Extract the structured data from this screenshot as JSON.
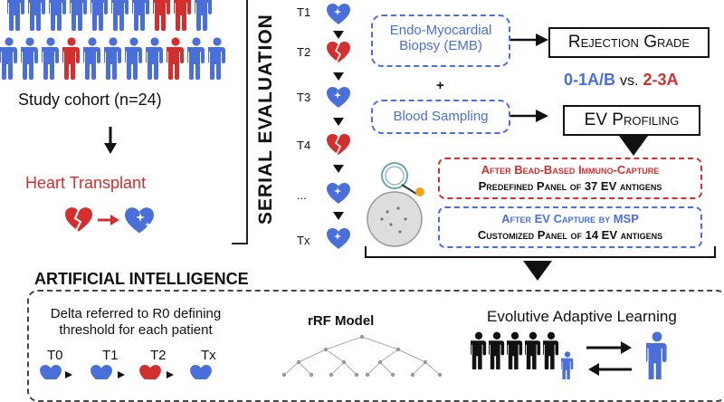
{
  "cohort": {
    "label": "Study cohort (n=24)",
    "transplant_label": "Heart Transplant"
  },
  "serial": {
    "title": "SERIAL EVALUATION",
    "timepoints": [
      "T1",
      "T2",
      "T3",
      "T4",
      "...",
      "Tx"
    ]
  },
  "emb": {
    "label_line1": "Endo-Myocardial",
    "label_line2": "Biopsy (EMB)"
  },
  "plus": "+",
  "blood": {
    "label": "Blood Sampling"
  },
  "rejection": {
    "label": "Rejection Grade",
    "grade_low": "0-1A/B",
    "vs": "vs.",
    "grade_high": "2-3A"
  },
  "ev_profiling": {
    "label": "EV Profiling"
  },
  "panel_red": {
    "line1": "After Bead-Based Immuno-Capture",
    "line2": "Predefined Panel of 37 EV antigens"
  },
  "panel_blue": {
    "line1": "After EV Capture by MSP",
    "line2": "Customized Panel of 14 EV antigens"
  },
  "ai": {
    "title": "ARTIFICIAL INTELLIGENCE",
    "delta_line1": "Delta referred to R0 defining",
    "delta_line2": "threshold for each patient",
    "t_labels": [
      "T0",
      "T1",
      "T2",
      "Tx"
    ],
    "model": "rRF Model",
    "learning": "Evolutive Adaptive Learning"
  },
  "colors": {
    "blue": "#4a6fd8",
    "red": "#d32f2f",
    "dark": "#111111"
  }
}
